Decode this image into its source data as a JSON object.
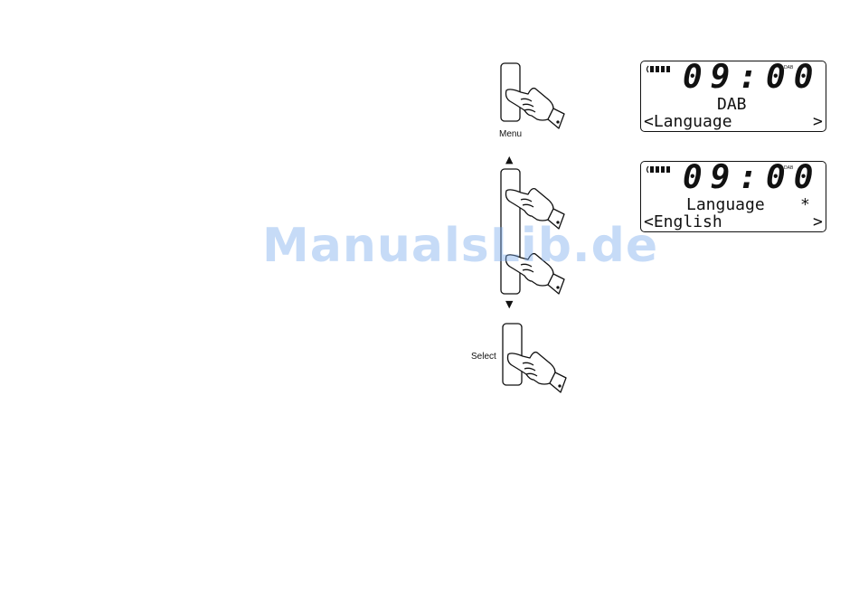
{
  "buttons": {
    "menu": {
      "label": "Menu"
    },
    "tune": {
      "up_symbol": "▲",
      "down_symbol": "▼"
    },
    "select": {
      "label": "Select"
    }
  },
  "displays": [
    {
      "time": "09:00",
      "band": "DAB",
      "line1": "DAB",
      "line2_left": "<Language",
      "line2_right": ">",
      "marker": ""
    },
    {
      "time": "09:00",
      "band": "DAB",
      "line1": "Language",
      "line2_left": "<English",
      "line2_right": ">",
      "marker": "*"
    }
  ],
  "watermark": "ManualsLib.de"
}
